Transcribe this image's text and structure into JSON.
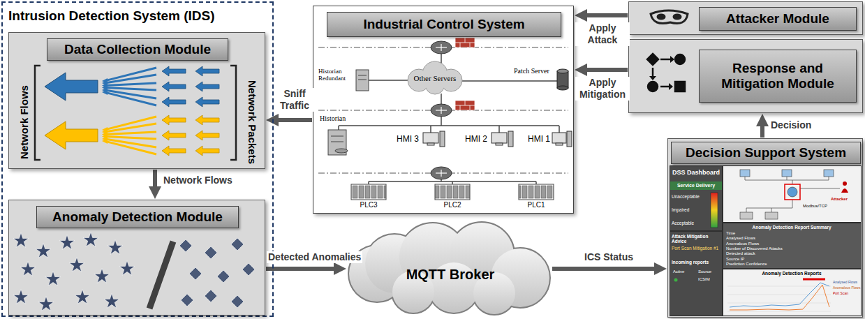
{
  "diagram": {
    "nodes": [
      {
        "text": [
          "Intrusion Detection System (IDS)"
        ]
      },
      {
        "text": [
          "Data Collection Module",
          "Network Flows",
          "Network Packets"
        ],
        "in": 0
      },
      {
        "text": [
          "Anomaly Detection Module"
        ],
        "in": 0
      },
      {
        "text": [
          "Industrial Control System"
        ]
      },
      {
        "text": [
          "Attacker Module"
        ]
      },
      {
        "text": [
          "Response and Mitigation Module"
        ]
      },
      {
        "text": [
          "Decision Support System"
        ]
      },
      {
        "text": [
          "MQTT Broker"
        ]
      }
    ],
    "edges": [
      {
        "from": 3,
        "to": 1,
        "label": "Sniff Traffic",
        "arrow": "to"
      },
      {
        "from": 1,
        "to": 2,
        "label": "Network Flows",
        "arrow": "to"
      },
      {
        "from": 2,
        "to": 7,
        "label": "Detected Anomalies",
        "arrow": "to"
      },
      {
        "from": 7,
        "to": 6,
        "label": "ICS Status",
        "arrow": "to"
      },
      {
        "from": 6,
        "to": 5,
        "label": "Decision",
        "arrow": "to"
      },
      {
        "from": 5,
        "to": 3,
        "label": "Apply Mitigation",
        "arrow": "to"
      },
      {
        "from": 4,
        "to": 3,
        "label": "Apply Attack",
        "arrow": "to"
      }
    ],
    "labels": [
      "Historian Redundant",
      "Other Servers",
      "Patch Server",
      "Historian",
      "HMI 3",
      "HMI 2",
      "HMI 1",
      "PLC3",
      "PLC2",
      "PLC1",
      "DSS Dashboard",
      "Service Delivery",
      "Unacceptable",
      "Impaired",
      "Acceptable",
      "Attack Mitigation Advice",
      "Port Scan Mitigation #1",
      "Incoming reports",
      "Active",
      "Source",
      "ICSIM",
      "Attacker",
      "Modbus/TCP",
      "Anomaly Detection Report Summary",
      "Time",
      "Analysed Flows",
      "Anomalous Flows",
      "Number of Discovered Attacks",
      "Detected attack",
      "Source IP",
      "Prediction Confidence",
      "Anomaly Detection Reports",
      "Analysed Flows",
      "Anomalous Flows",
      "Port Scan"
    ]
  }
}
